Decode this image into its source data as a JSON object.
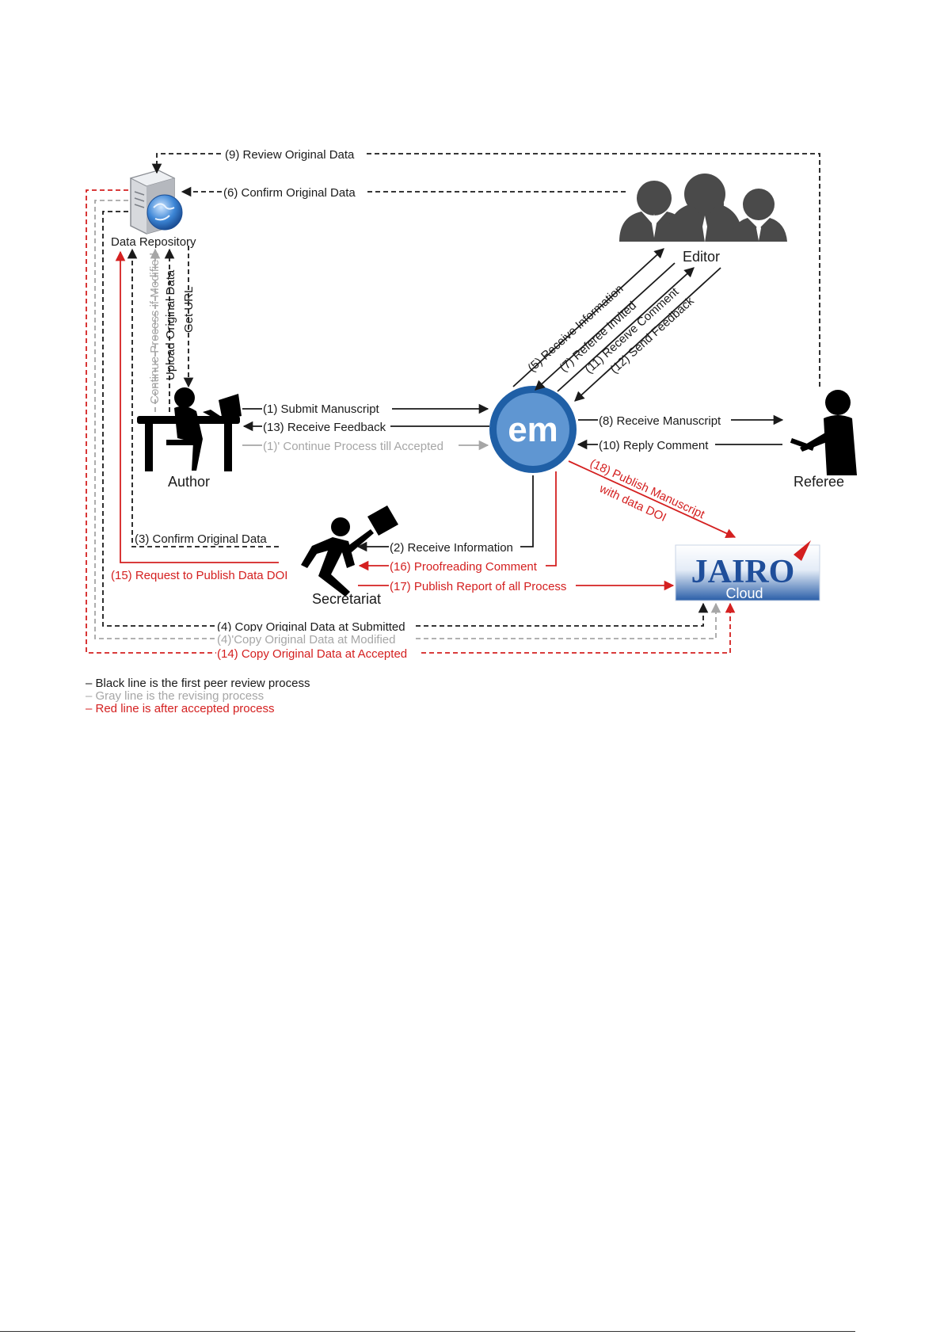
{
  "colors": {
    "black": "#1a1a1a",
    "gray": "#a6a6a6",
    "red": "#d42020",
    "em_blue": "#3b78c2",
    "jairo_blue": "#1f4e9a"
  },
  "actors": {
    "repository": "Data Repository",
    "editor": "Editor",
    "author": "Author",
    "referee": "Referee",
    "secretariat": "Secretariat",
    "em_logo": "em",
    "jairo": "JAIRO",
    "cloud": "Cloud"
  },
  "icons": {
    "repository": "server-globe-icon",
    "editor": "editor-group-icon",
    "author": "author-desk-icon",
    "referee": "referee-icon",
    "secretariat": "running-secretariat-icon"
  },
  "steps": {
    "s1": "(1) Submit  Manuscript",
    "s1p": "(1)' Continue  Process  till  Accepted",
    "s2": "(2) Receive Information",
    "s3": "(3) Confirm  Original Data",
    "s4": "(4) Copy Original Data at Submitted",
    "s4p": "(4)'Copy Original Data at Modified",
    "s5": "(5) Receive Information",
    "s6": "(6) Confirm  Original Data",
    "s7": "(7) Referee Invited",
    "s8": "(8) Receive Manuscript",
    "s9": "(9) Review Original Data",
    "s10": "(10) Reply Comment",
    "s11": "(11) Receive Comment",
    "s12": "(12) Send Feedback",
    "s13": "(13) Receive Feedback",
    "s14": "(14) Copy Original Data at Accepted",
    "s15": "(15) Request to Publish Data DOI",
    "s16": "(16) Proofreading  Comment",
    "s17": "(17) Publish Report of all Process",
    "s18a": "(18) Publish Manuscript",
    "s18b": "with data DOI",
    "upload": "Upload Original Data",
    "geturl": "Get URL",
    "continue": "Continue Process if Modified"
  },
  "legend": [
    {
      "text": "–   Black line is the first peer review process",
      "color": "#1a1a1a"
    },
    {
      "text": "–   Gray line is the revising process",
      "color": "#a6a6a6"
    },
    {
      "text": "–   Red line is after accepted process",
      "color": "#d42020"
    }
  ]
}
